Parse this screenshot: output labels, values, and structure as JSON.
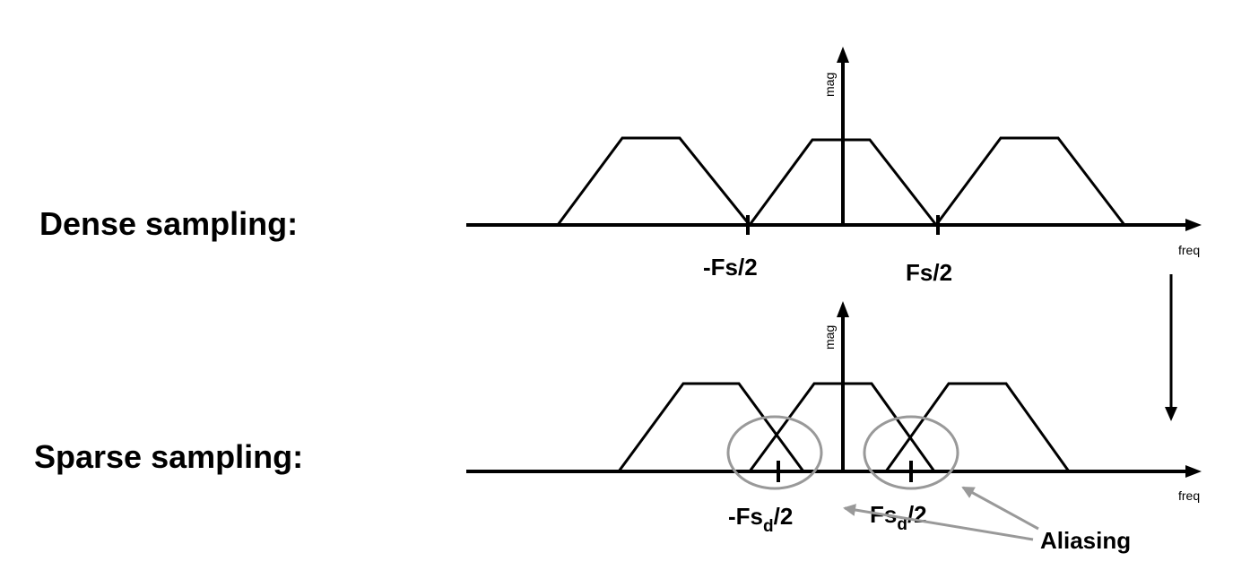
{
  "rows": {
    "dense": {
      "label": "Dense sampling:",
      "y_axis_label": "mag",
      "x_axis_label": "freq",
      "tick_left": "-Fs/2",
      "tick_right": "Fs/2"
    },
    "sparse": {
      "label": "Sparse sampling:",
      "y_axis_label": "mag",
      "x_axis_label": "freq",
      "tick_left_main": "-Fs",
      "tick_left_sub": "d",
      "tick_left_tail": "/2",
      "tick_right_main": "Fs",
      "tick_right_sub": "d",
      "tick_right_tail": "/2"
    }
  },
  "callout": {
    "text": "Aliasing"
  },
  "colors": {
    "stroke": "#000000",
    "annotation": "#999999"
  }
}
